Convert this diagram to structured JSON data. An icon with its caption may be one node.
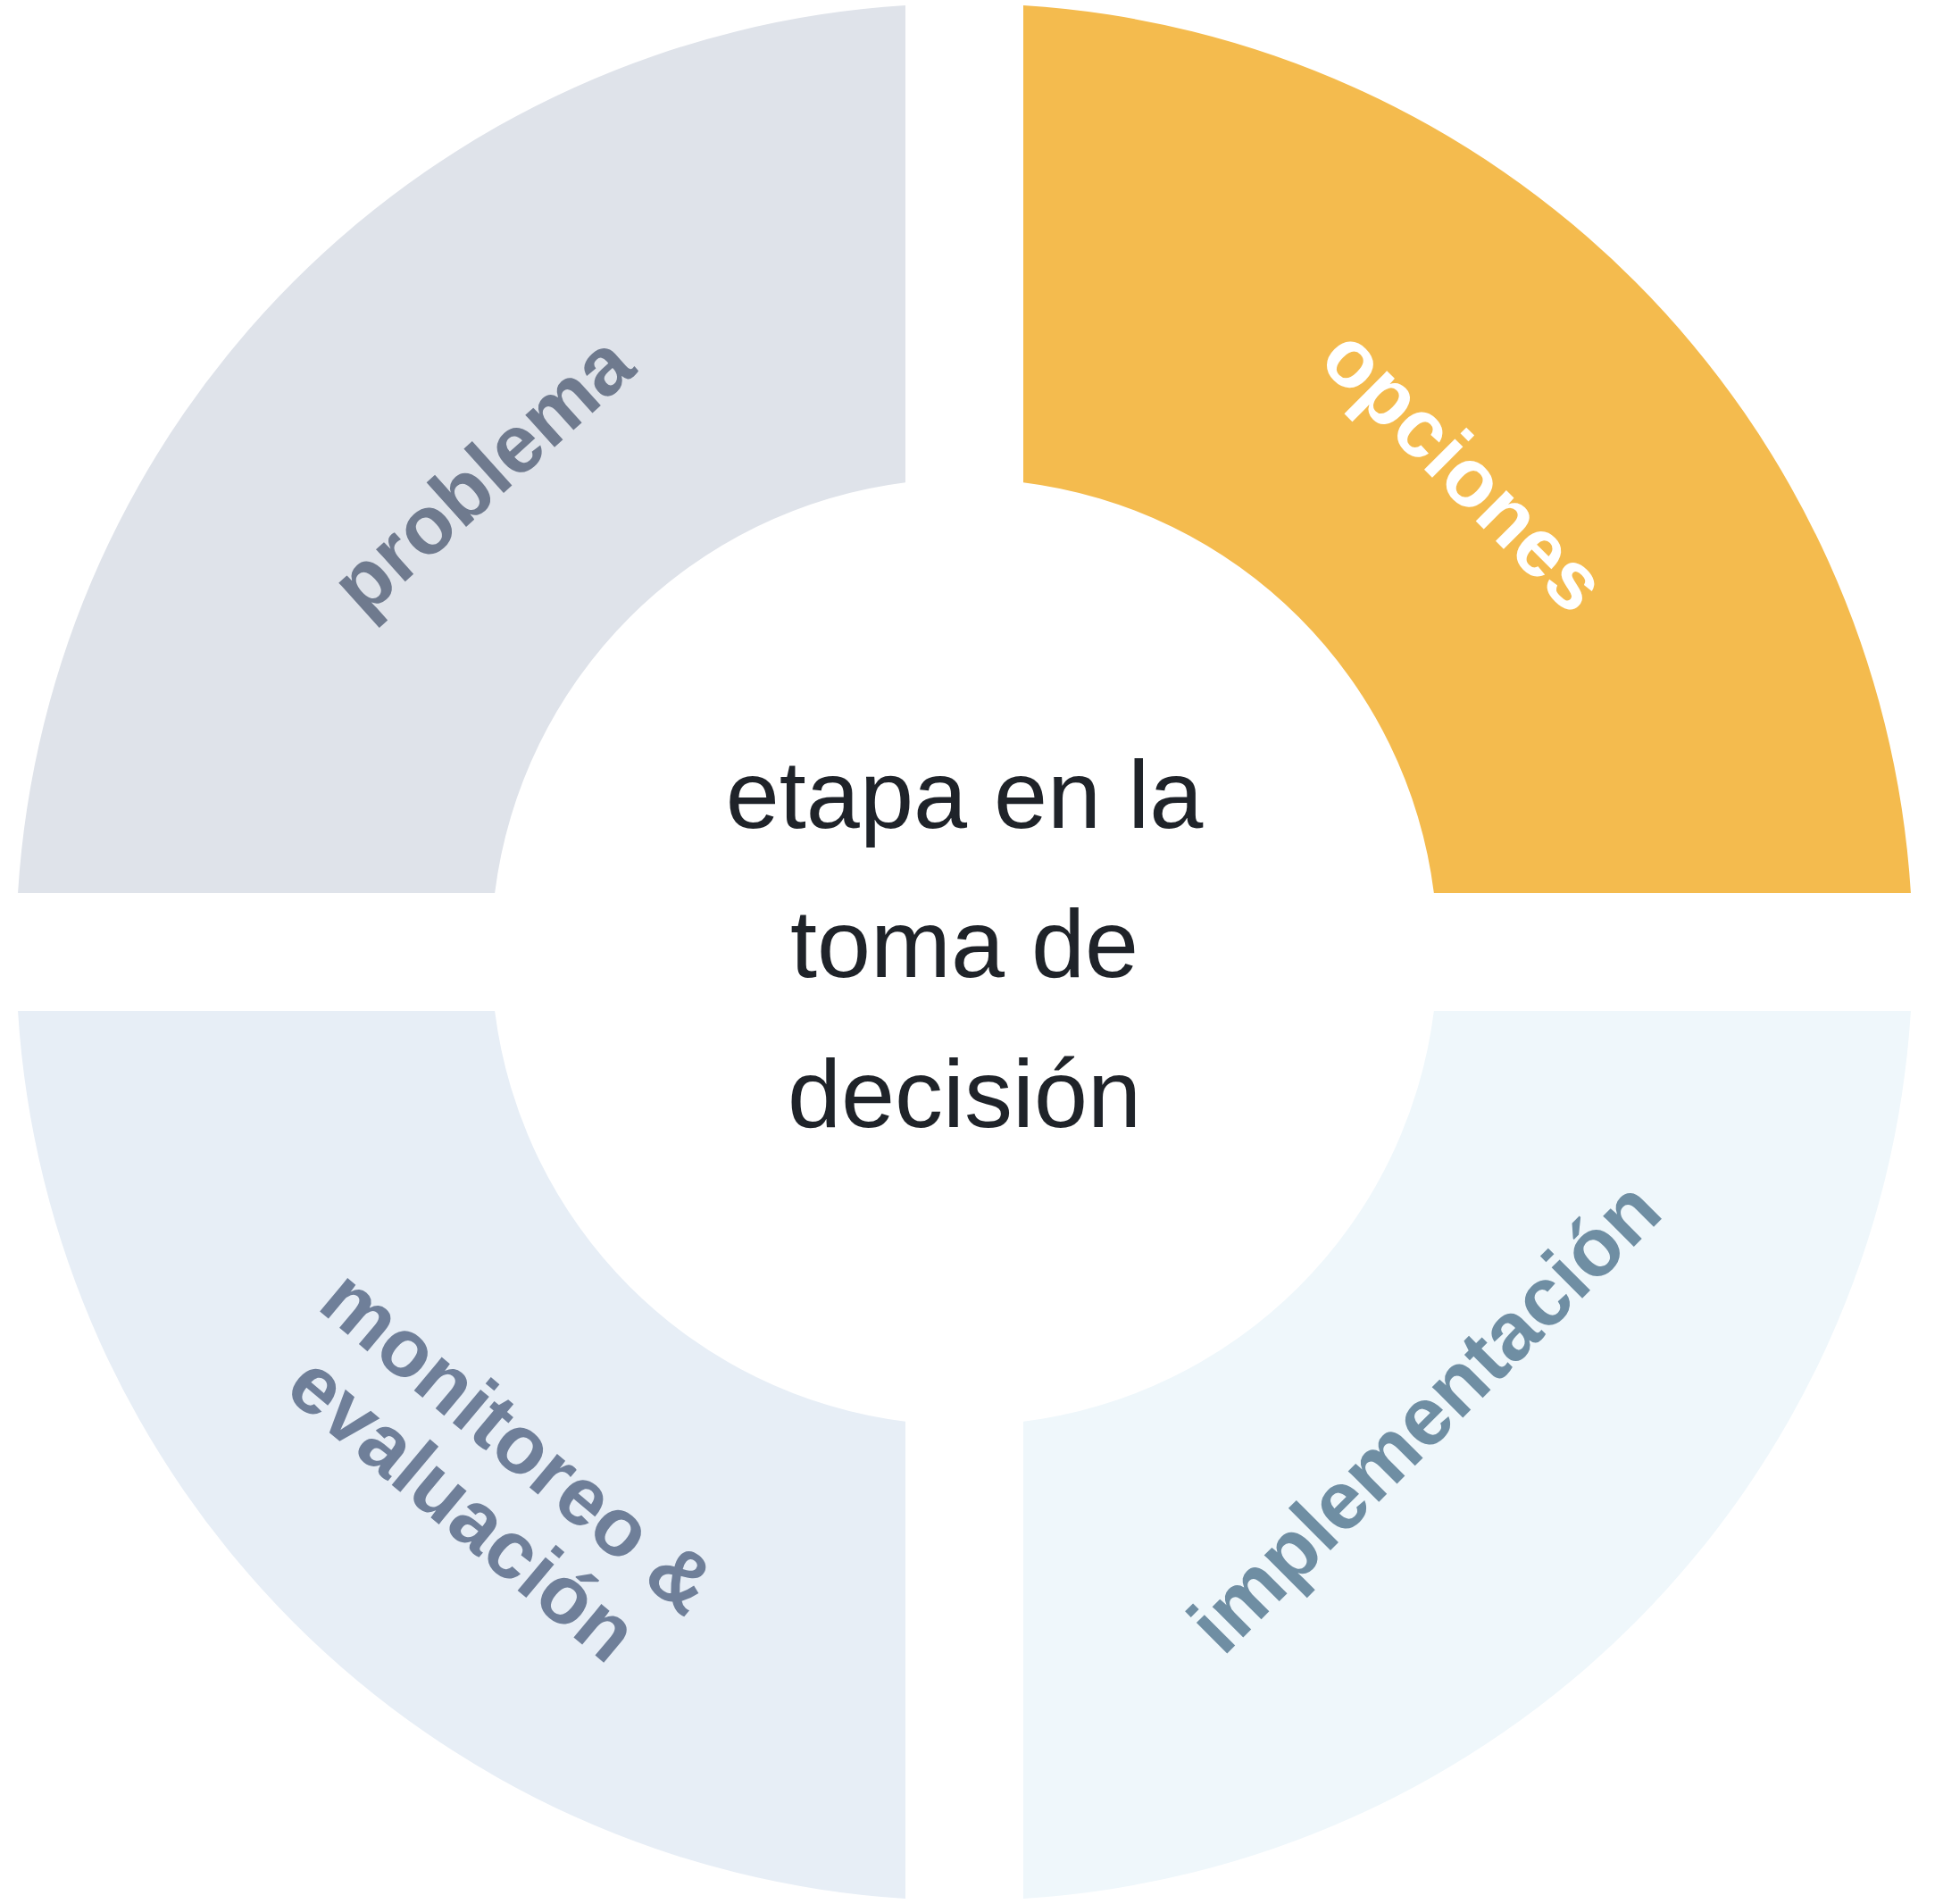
{
  "diagram": {
    "nodes": [
      {
        "text": [
          "problema"
        ]
      },
      {
        "text": [
          "opciones"
        ]
      },
      {
        "text": [
          "monitoreo & evaluación"
        ]
      },
      {
        "text": [
          "implementación"
        ]
      },
      {
        "text": [
          "etapa en la toma de decisión"
        ]
      }
    ]
  }
}
